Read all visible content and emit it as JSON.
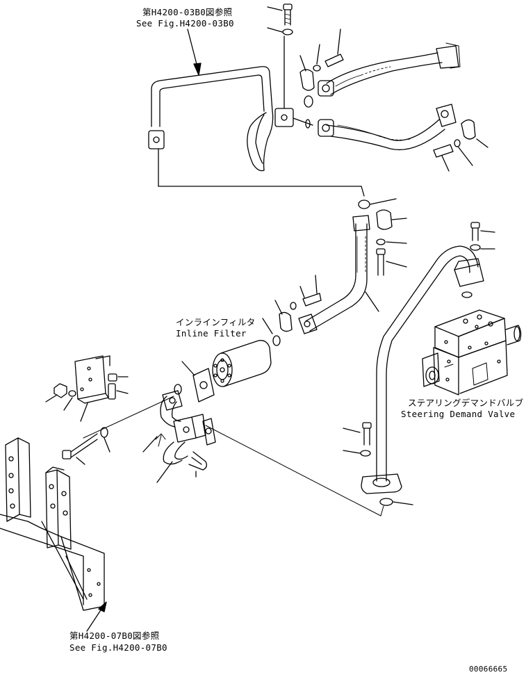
{
  "references": {
    "top_jp": "第H4200-03B0図参照",
    "top_en": "See Fig.H4200-03B0",
    "bottom_jp": "第H4200-07B0図参照",
    "bottom_en": "See Fig.H4200-07B0"
  },
  "components": {
    "inline_filter_jp": "インラインフィルタ",
    "inline_filter_en": "Inline Filter",
    "steering_valve_jp": "ステアリングデマンドバルブ",
    "steering_valve_en": "Steering Demand Valve"
  },
  "drawing_number": "00066665",
  "colors": {
    "ink": "#000000",
    "paper": "#ffffff"
  }
}
